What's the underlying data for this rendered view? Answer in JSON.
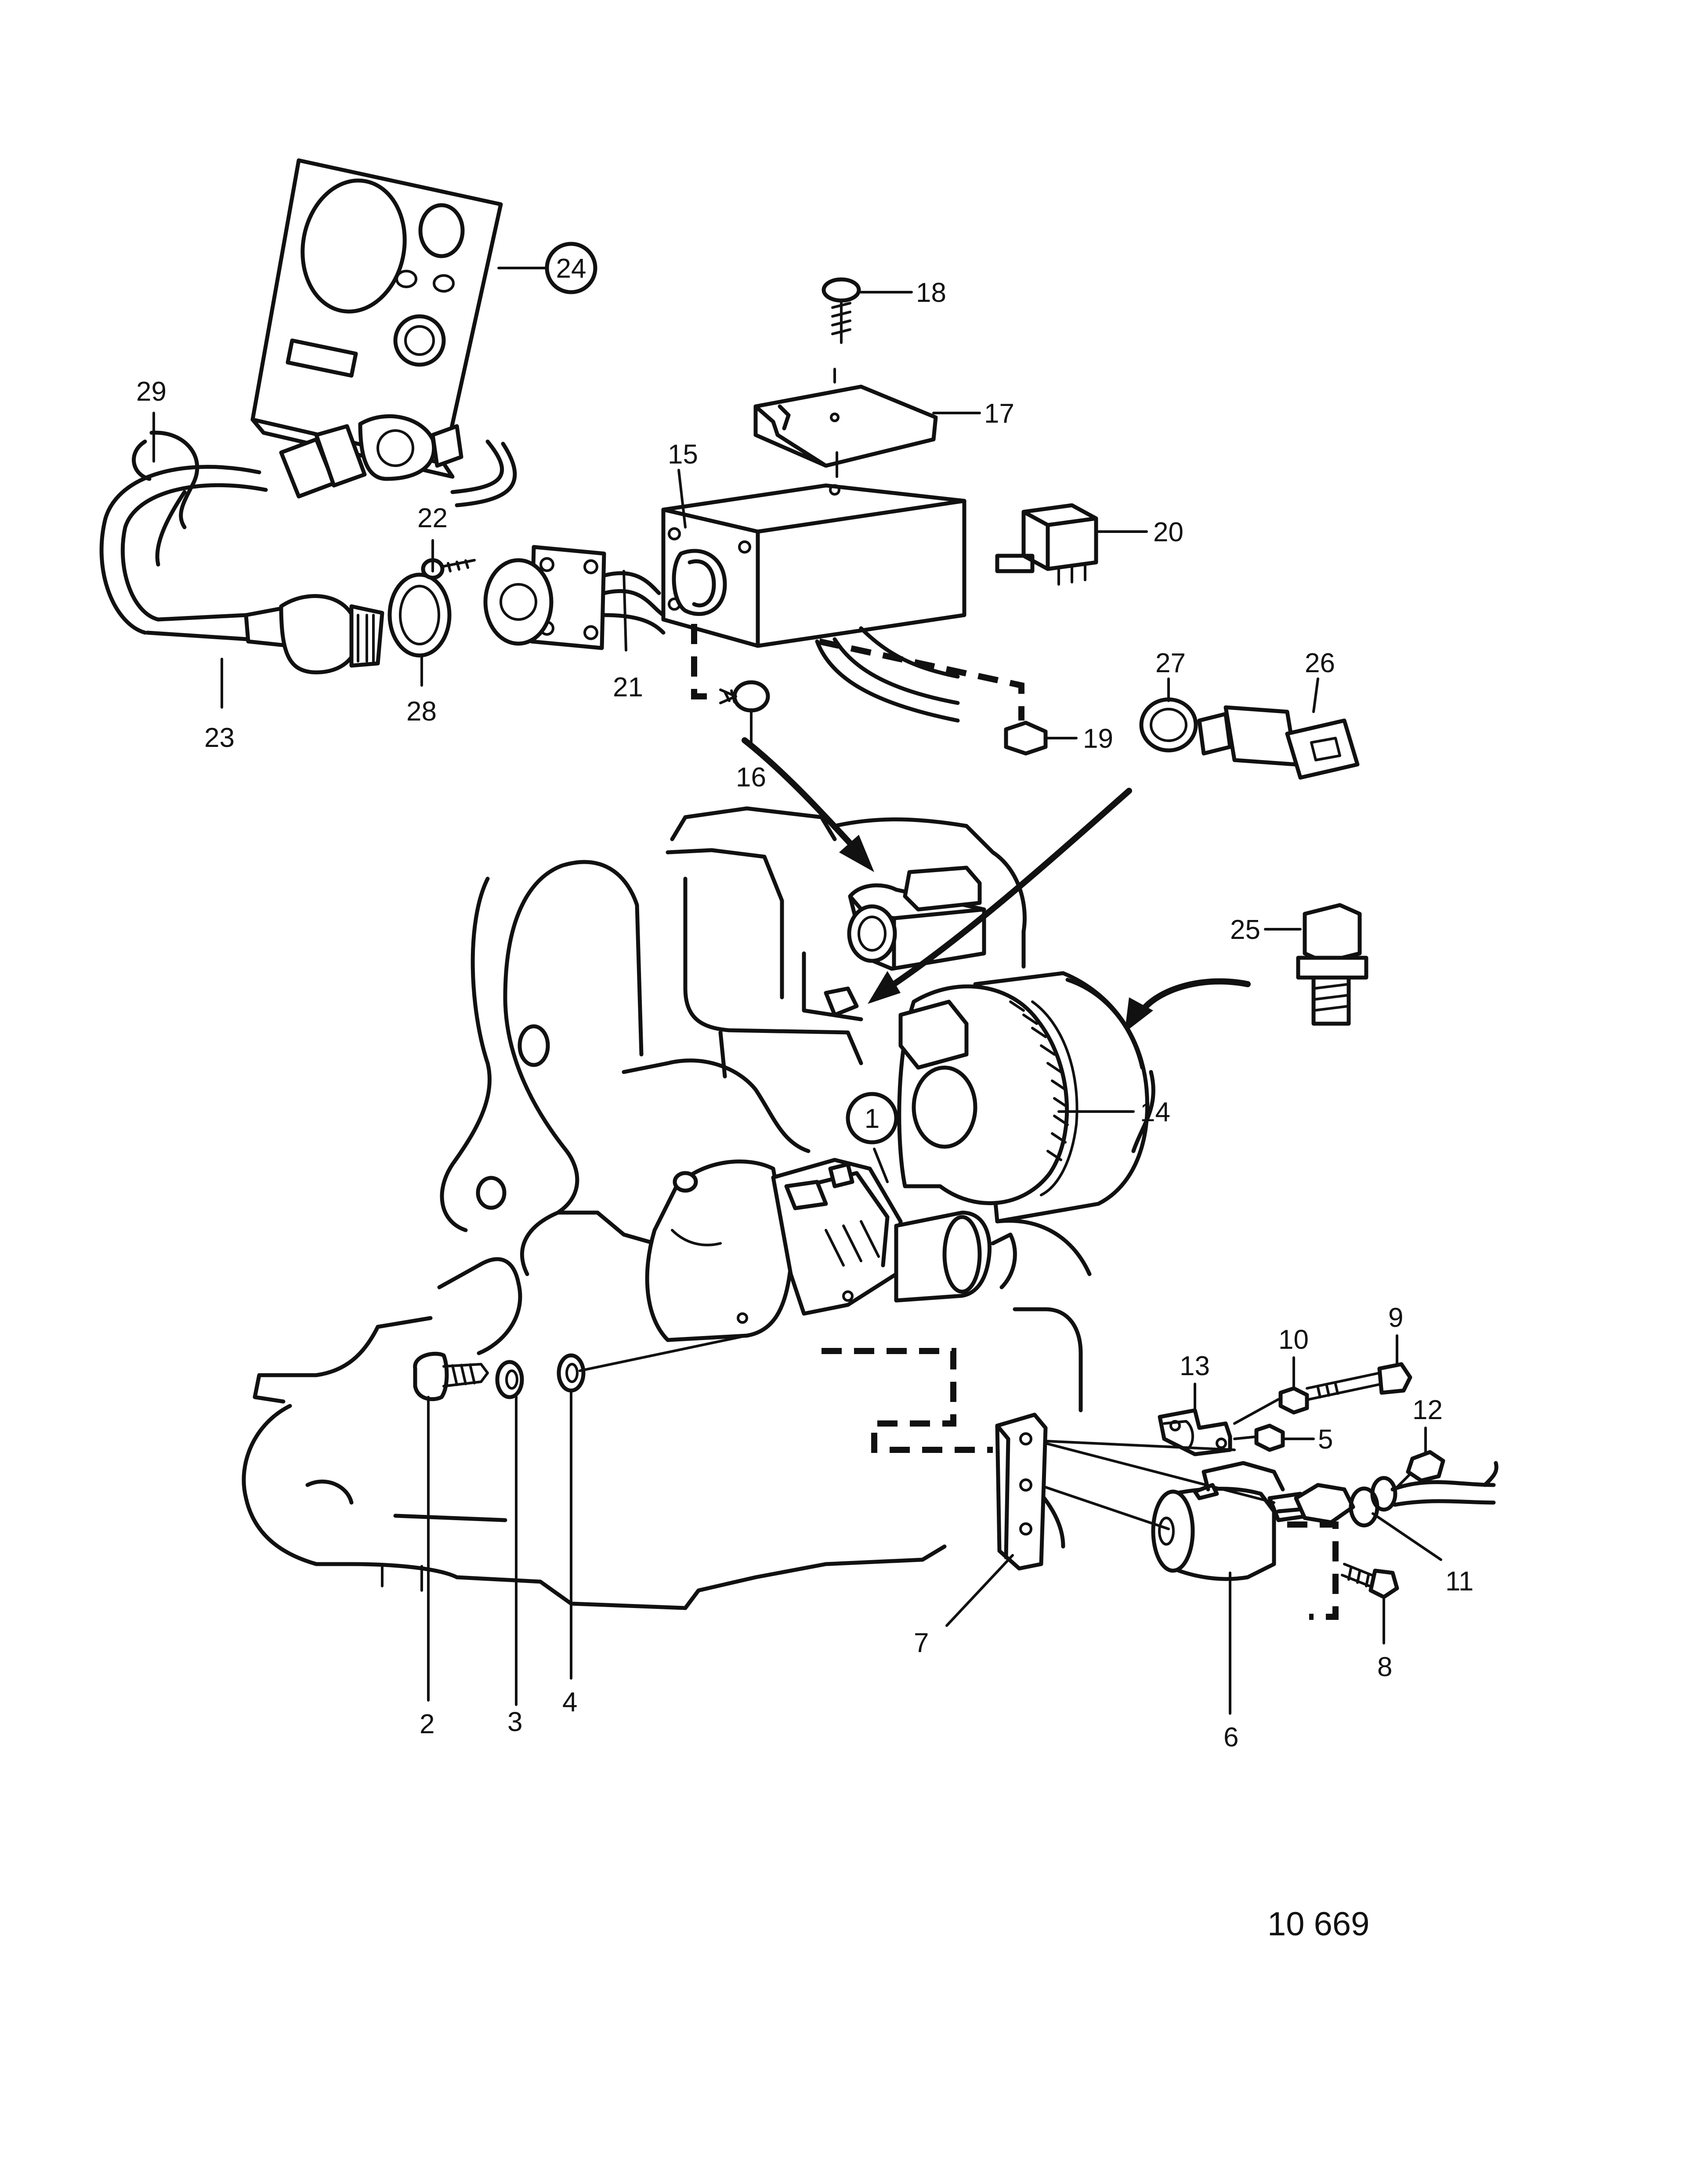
{
  "drawing_reference": "10 669",
  "callouts": [
    {
      "id": "c1",
      "text": "1",
      "circled": true
    },
    {
      "id": "c2",
      "text": "2"
    },
    {
      "id": "c3",
      "text": "3"
    },
    {
      "id": "c4",
      "text": "4"
    },
    {
      "id": "c5",
      "text": "5"
    },
    {
      "id": "c6",
      "text": "6"
    },
    {
      "id": "c7",
      "text": "7"
    },
    {
      "id": "c8",
      "text": "8"
    },
    {
      "id": "c9",
      "text": "9"
    },
    {
      "id": "c10",
      "text": "10"
    },
    {
      "id": "c11",
      "text": "11"
    },
    {
      "id": "c12",
      "text": "12"
    },
    {
      "id": "c13",
      "text": "13"
    },
    {
      "id": "c14",
      "text": "14"
    },
    {
      "id": "c15",
      "text": "15"
    },
    {
      "id": "c16",
      "text": "16"
    },
    {
      "id": "c17",
      "text": "17"
    },
    {
      "id": "c18",
      "text": "18"
    },
    {
      "id": "c19",
      "text": "19"
    },
    {
      "id": "c20",
      "text": "20"
    },
    {
      "id": "c21",
      "text": "21"
    },
    {
      "id": "c22",
      "text": "22"
    },
    {
      "id": "c23",
      "text": "23"
    },
    {
      "id": "c24",
      "text": "24",
      "circled": true
    },
    {
      "id": "c25",
      "text": "25"
    },
    {
      "id": "c26",
      "text": "26"
    },
    {
      "id": "c27",
      "text": "27"
    },
    {
      "id": "c28",
      "text": "28"
    },
    {
      "id": "c29",
      "text": "29"
    }
  ]
}
